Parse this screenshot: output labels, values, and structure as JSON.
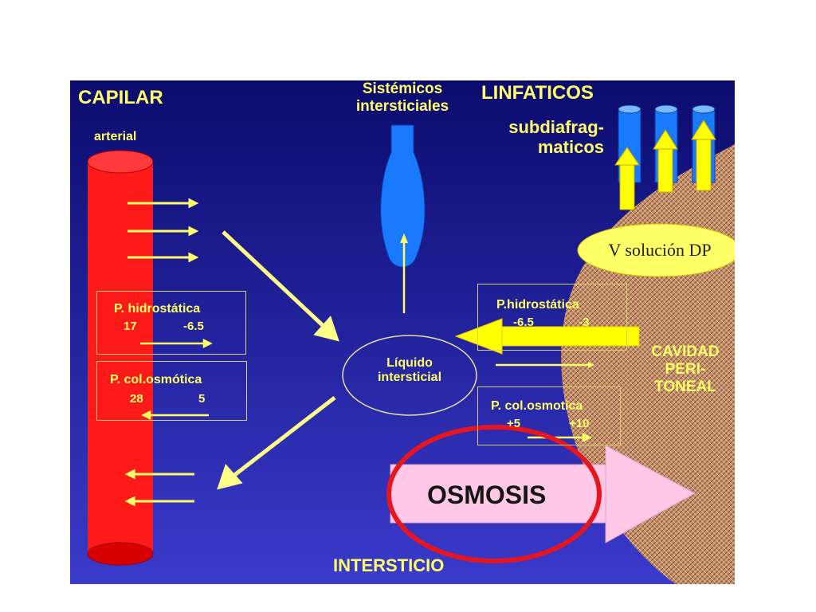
{
  "title_capilar": "CAPILAR",
  "arterial": "arterial",
  "sistemicos": "Sistémicos\nintersticiales",
  "linfaticos": "LINFATICOS",
  "subdiafrag": "subdiafrag-\nmaticos",
  "solucion_dp": "V solución DP",
  "left_hidro": {
    "label": "P. hidrostática",
    "v1": "17",
    "v2": "-6.5"
  },
  "left_col": {
    "label": "P. col.osmótica",
    "v1": "28",
    "v2": "5"
  },
  "liquido": "Líquido\nintersticial",
  "right_hidro": {
    "label": "P.hidrostática",
    "v1": "-6.5",
    "v2": "-3"
  },
  "right_col": {
    "label": "P. col.osmotica",
    "v1": "+5",
    "v2": "+10"
  },
  "cavidad": "CAVIDAD\nPERI-\nTONEAL",
  "osmosis": "OSMOSIS",
  "intersticio": "INTERSTICIO",
  "colors": {
    "bg_top": "#0b0b6e",
    "bg_bottom": "#3a3acc",
    "capillary": "#ff1a1a",
    "arrow": "#ffff66",
    "osmosis": "#ffc8e6",
    "ring": "#e8141e",
    "lymph": "#1a7aff",
    "peritoneum": "#c8906a"
  }
}
